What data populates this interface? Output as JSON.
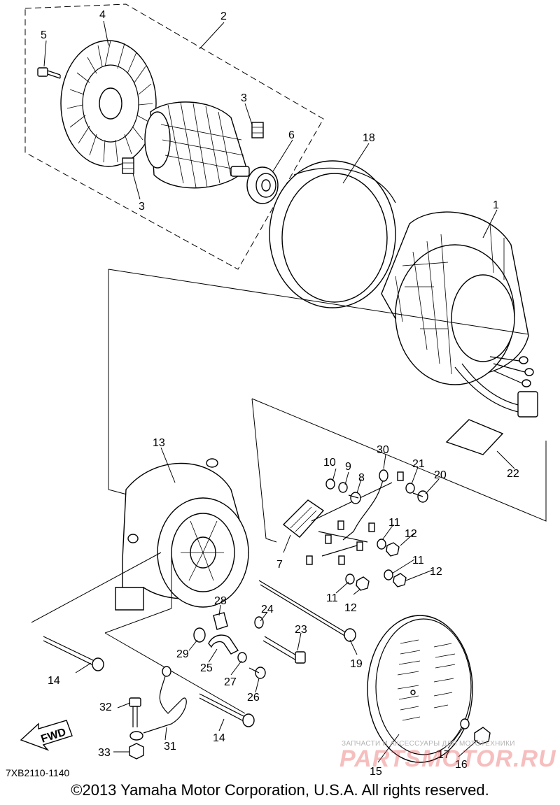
{
  "diagram_code": "7XB2110-1140",
  "copyright": "©2013 Yamaha Motor Corporation, U.S.A. All rights reserved.",
  "fwd_label": "FWD",
  "watermark": {
    "caption": "ЗАПЧАСТИ И АКСЕССУАРЫ ДЛЯ МОТОТЕХНИКИ",
    "logo": "PARTSMOTOR.RU"
  },
  "callouts": {
    "c1": "1",
    "c2": "2",
    "c3a": "3",
    "c3b": "3",
    "c4": "4",
    "c5": "5",
    "c6": "6",
    "c7": "7",
    "c8": "8",
    "c9": "9",
    "c10": "10",
    "c11a": "11",
    "c11b": "11",
    "c11c": "11",
    "c12a": "12",
    "c12b": "12",
    "c12c": "12",
    "c13": "13",
    "c14a": "14",
    "c14b": "14",
    "c15": "15",
    "c16": "16",
    "c17": "17",
    "c18": "18",
    "c19": "19",
    "c20": "20",
    "c21": "21",
    "c22": "22",
    "c23": "23",
    "c24": "24",
    "c25": "25",
    "c26": "26",
    "c27": "27",
    "c28": "28",
    "c29": "29",
    "c30": "30",
    "c31": "31",
    "c32": "32",
    "c33": "33"
  }
}
